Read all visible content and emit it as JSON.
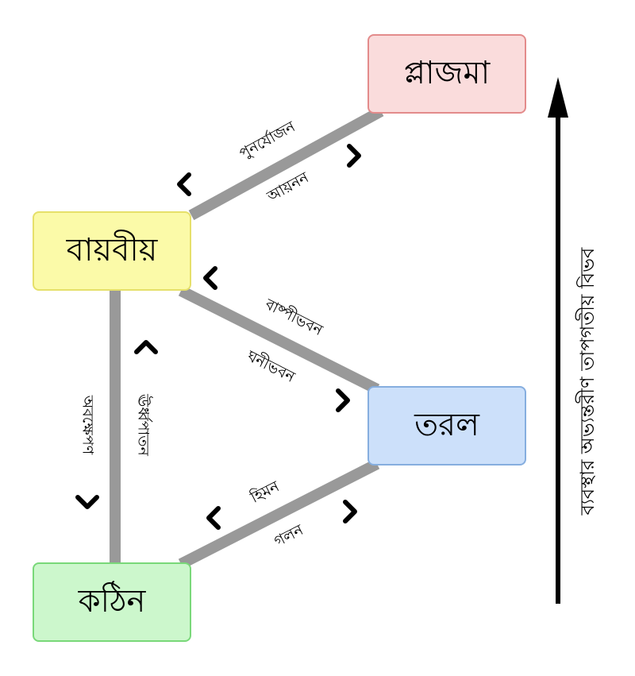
{
  "states": {
    "plasma": "প্লাজমা",
    "gas": "বায়বীয়",
    "liquid": "তরল",
    "solid": "কঠিন"
  },
  "transitions": {
    "recombination": "পুনর্যোজন",
    "ionization": "আয়নন",
    "vaporization": "বাষ্পীভবন",
    "condensation": "ঘনীভবন",
    "deposition": "অবক্ষেপণ",
    "sublimation": "ঊর্ধ্বপাতন",
    "freezing": "হিমন",
    "melting": "গলন"
  },
  "axis": {
    "label": "ব্যবস্থার অভ্যন্তরীণ তাপগতীয় বিভব"
  },
  "colors": {
    "connector": "#999999",
    "arrow": "#000000",
    "plasma_fill": "#fadcdc",
    "gas_fill": "#fbfaa8",
    "liquid_fill": "#cce0fa",
    "solid_fill": "#ccf7cc"
  }
}
